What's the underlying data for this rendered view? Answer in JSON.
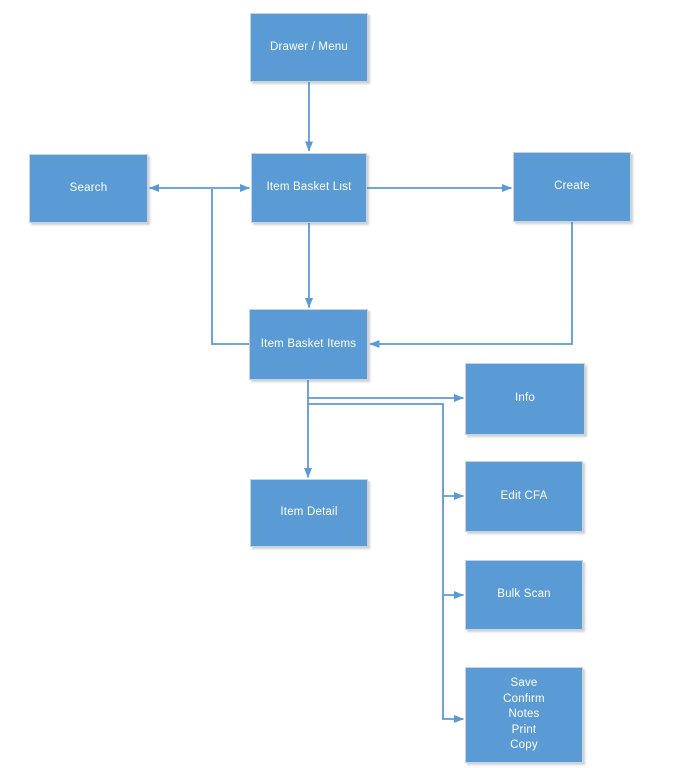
{
  "diagram": {
    "colors": {
      "node_fill": "#5b9bd5",
      "node_text": "#ffffff",
      "connector": "#5b9bd5",
      "background": "#ffffff"
    },
    "nodes": {
      "drawer_menu": {
        "label": "Drawer / Menu"
      },
      "search": {
        "label": "Search"
      },
      "item_basket_list": {
        "label": "Item Basket List"
      },
      "create": {
        "label": "Create"
      },
      "item_basket_items": {
        "label": "Item Basket Items"
      },
      "info": {
        "label": "Info"
      },
      "item_detail": {
        "label": "Item Detail"
      },
      "edit_cfa": {
        "label": "Edit CFA"
      },
      "bulk_scan": {
        "label": "Bulk Scan"
      },
      "actions": {
        "label": "Save\nConfirm\nNotes\nPrint\nCopy"
      }
    },
    "connections": [
      {
        "from": "drawer_menu",
        "to": "item_basket_list",
        "style": "arrow"
      },
      {
        "from": "item_basket_list",
        "to": "search",
        "style": "double-arrow"
      },
      {
        "from": "item_basket_list",
        "to": "create",
        "style": "arrow"
      },
      {
        "from": "item_basket_list",
        "to": "item_basket_items",
        "style": "arrow"
      },
      {
        "from": "search_connector",
        "to": "item_basket_items",
        "style": "line"
      },
      {
        "from": "create",
        "to": "item_basket_items",
        "style": "arrow"
      },
      {
        "from": "item_basket_items",
        "to": "info",
        "style": "arrow"
      },
      {
        "from": "item_basket_items",
        "to": "item_detail",
        "style": "arrow"
      },
      {
        "from": "item_basket_items",
        "to": "edit_cfa",
        "style": "arrow"
      },
      {
        "from": "item_basket_items",
        "to": "bulk_scan",
        "style": "arrow"
      },
      {
        "from": "item_basket_items",
        "to": "actions",
        "style": "arrow"
      }
    ]
  }
}
